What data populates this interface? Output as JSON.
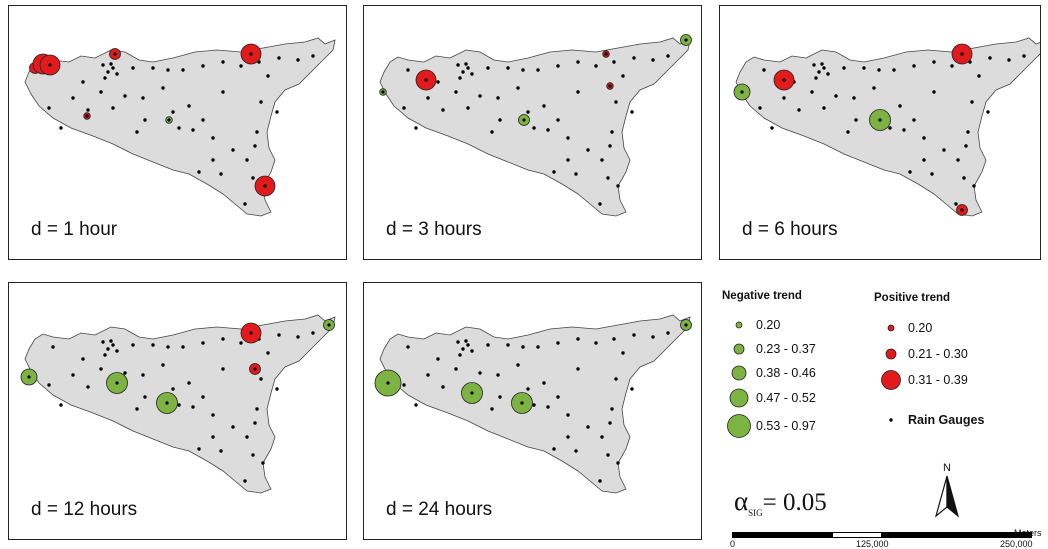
{
  "panels": [
    {
      "label": "d = 1 hour",
      "symbols": [
        {
          "type": "positive",
          "class": "0.21 - 0.30",
          "at": "Trapani"
        },
        {
          "type": "positive",
          "class": "0.31 - 0.39",
          "at": "Trapani"
        },
        {
          "type": "positive",
          "class": "0.31 - 0.39",
          "at": "Trapani"
        },
        {
          "type": "positive",
          "class": "0.21 - 0.30",
          "at": "Palermo"
        },
        {
          "type": "positive",
          "class": "0.31 - 0.39",
          "at": "Messina coast"
        },
        {
          "type": "positive",
          "class": "0.20",
          "at": "Mazara"
        },
        {
          "type": "positive",
          "class": "0.31 - 0.39",
          "at": "Catania plain"
        },
        {
          "type": "negative",
          "class": "0.20",
          "at": "Central"
        }
      ]
    },
    {
      "label": "d = 3 hours",
      "symbols": [
        {
          "type": "positive",
          "class": "0.31 - 0.39",
          "at": "Trapani"
        },
        {
          "type": "negative",
          "class": "0.20",
          "at": "West tip"
        },
        {
          "type": "negative",
          "class": "0.23 - 0.37",
          "at": "Central"
        },
        {
          "type": "positive",
          "class": "0.20",
          "at": "Messina coast"
        },
        {
          "type": "negative",
          "class": "0.23 - 0.37",
          "at": "NE tip"
        },
        {
          "type": "positive",
          "class": "0.20",
          "at": "Messina coast"
        }
      ]
    },
    {
      "label": "d = 6 hours",
      "symbols": [
        {
          "type": "negative",
          "class": "0.38 - 0.46",
          "at": "West tip"
        },
        {
          "type": "positive",
          "class": "0.31 - 0.39",
          "at": "Trapani"
        },
        {
          "type": "negative",
          "class": "0.47 - 0.52",
          "at": "Central"
        },
        {
          "type": "positive",
          "class": "0.31 - 0.39",
          "at": "Messina coast"
        },
        {
          "type": "positive",
          "class": "0.21 - 0.30",
          "at": "Siracusa"
        }
      ]
    },
    {
      "label": "d = 12 hours",
      "symbols": [
        {
          "type": "negative",
          "class": "0.38 - 0.46",
          "at": "West tip"
        },
        {
          "type": "negative",
          "class": "0.47 - 0.52",
          "at": "West"
        },
        {
          "type": "negative",
          "class": "0.47 - 0.52",
          "at": "Central"
        },
        {
          "type": "positive",
          "class": "0.31 - 0.39",
          "at": "Messina coast"
        },
        {
          "type": "positive",
          "class": "0.21 - 0.30",
          "at": "NE"
        },
        {
          "type": "negative",
          "class": "0.23 - 0.37",
          "at": "NE tip"
        }
      ]
    },
    {
      "label": "d = 24 hours",
      "symbols": [
        {
          "type": "negative",
          "class": "0.53 - 0.97",
          "at": "West tip"
        },
        {
          "type": "negative",
          "class": "0.47 - 0.52",
          "at": "West"
        },
        {
          "type": "negative",
          "class": "0.47 - 0.52",
          "at": "Central"
        },
        {
          "type": "negative",
          "class": "0.23 - 0.37",
          "at": "NE tip"
        }
      ]
    }
  ],
  "legend": {
    "negative_title": "Negative trend",
    "positive_title": "Positive trend",
    "negative_classes": [
      "0.20",
      "0.23 - 0.37",
      "0.38 - 0.46",
      "0.47 - 0.52",
      "0.53 - 0.97"
    ],
    "positive_classes": [
      "0.20",
      "0.21 - 0.30",
      "0.31 - 0.39"
    ],
    "gauges_label": "Rain Gauges",
    "alpha_symbol": "α",
    "alpha_sub": "SIG",
    "alpha_value": "= 0.05",
    "north_label": "N",
    "scale_unit": "Meters",
    "scale_ticks": [
      "0",
      "125,000",
      "250,000"
    ]
  },
  "colors": {
    "negative": "#7cb342",
    "positive": "#e31a1c",
    "land": "#dcdcdc",
    "coast": "#444444",
    "gauge": "#000000"
  }
}
